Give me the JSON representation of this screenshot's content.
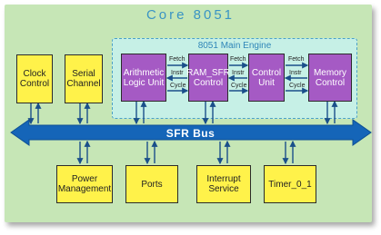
{
  "diagram": {
    "title": "Core 8051",
    "engine_title": "8051 Main Engine",
    "bus_label": "SFR Bus",
    "blocks": {
      "clock_control": "Clock Control",
      "serial_channel": "Serial Channel",
      "alu": "Arithmetic Logic Unit",
      "ram_sfr": "RAM_SFR Control",
      "control_unit": "Control Unit",
      "memory_control": "Memory Control",
      "power_management": "Power Management",
      "ports": "Ports",
      "interrupt_service": "Interrupt Service",
      "timer": "Timer_0_1"
    },
    "signals": {
      "fetch": "Fetch",
      "instr": "Instr",
      "cycle": "Cycle"
    },
    "colors": {
      "background": "#c6e6b6",
      "engine": "#c6f0e6",
      "peripheral_block": "#fff24a",
      "engine_block": "#a55ac4",
      "bus": "#1565b8",
      "title": "#3a94c4"
    }
  }
}
